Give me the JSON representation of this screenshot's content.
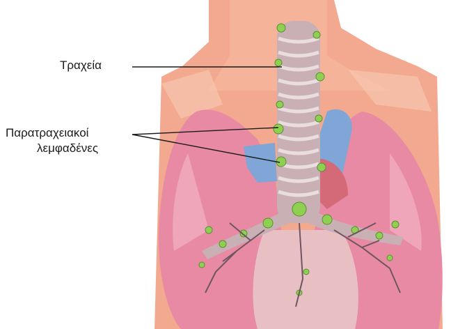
{
  "labels": {
    "trachea": "Τραχεία",
    "paratracheal_line1": "Παρατραχειακοί",
    "paratracheal_line2": "λεμφαδένες"
  },
  "colors": {
    "skin": "#f2a98f",
    "lung": "#e88aa3",
    "trachea": "#c9b0b4",
    "vessel": "#7fa6d6",
    "lymph": "#8fcf52"
  }
}
